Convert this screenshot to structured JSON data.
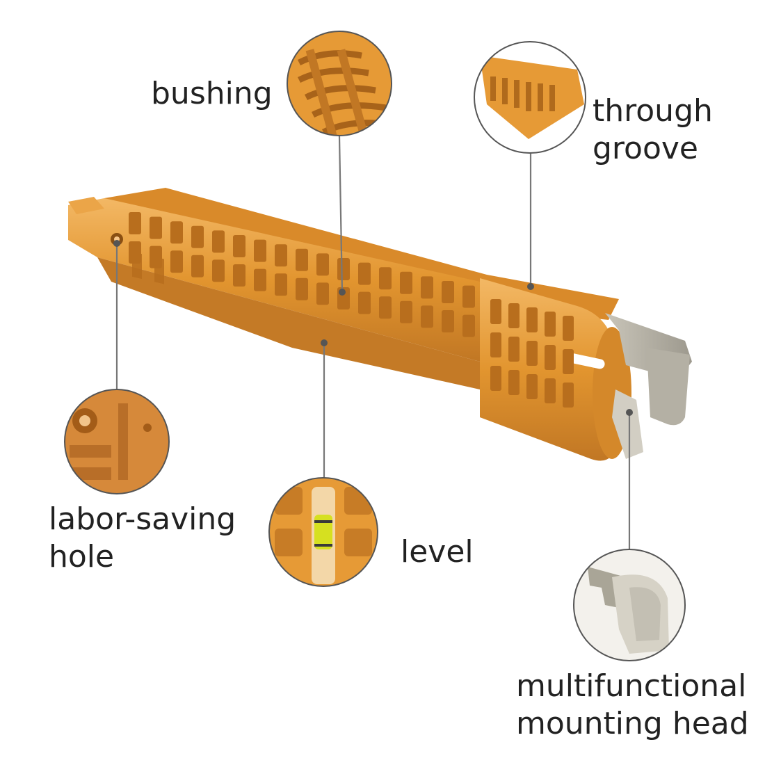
{
  "colors": {
    "tool_body": "#e2952f",
    "tool_dark": "#b86e1d",
    "tool_light": "#f0b35a",
    "metal": "#b8b4a8",
    "metal_dark": "#8f8b80",
    "leader": "#777777",
    "circle_border": "#555555"
  },
  "labels": {
    "bushing": "bushing",
    "through_groove": [
      "through",
      "groove"
    ],
    "labor_saving_hole": [
      "labor-saving",
      "hole"
    ],
    "level": "level",
    "mounting_head": [
      "multifunctional",
      "mounting head"
    ]
  },
  "icons": [
    "bushing-detail-icon",
    "groove-detail-icon",
    "hole-detail-icon",
    "level-detail-icon",
    "mounting-head-detail-icon"
  ]
}
